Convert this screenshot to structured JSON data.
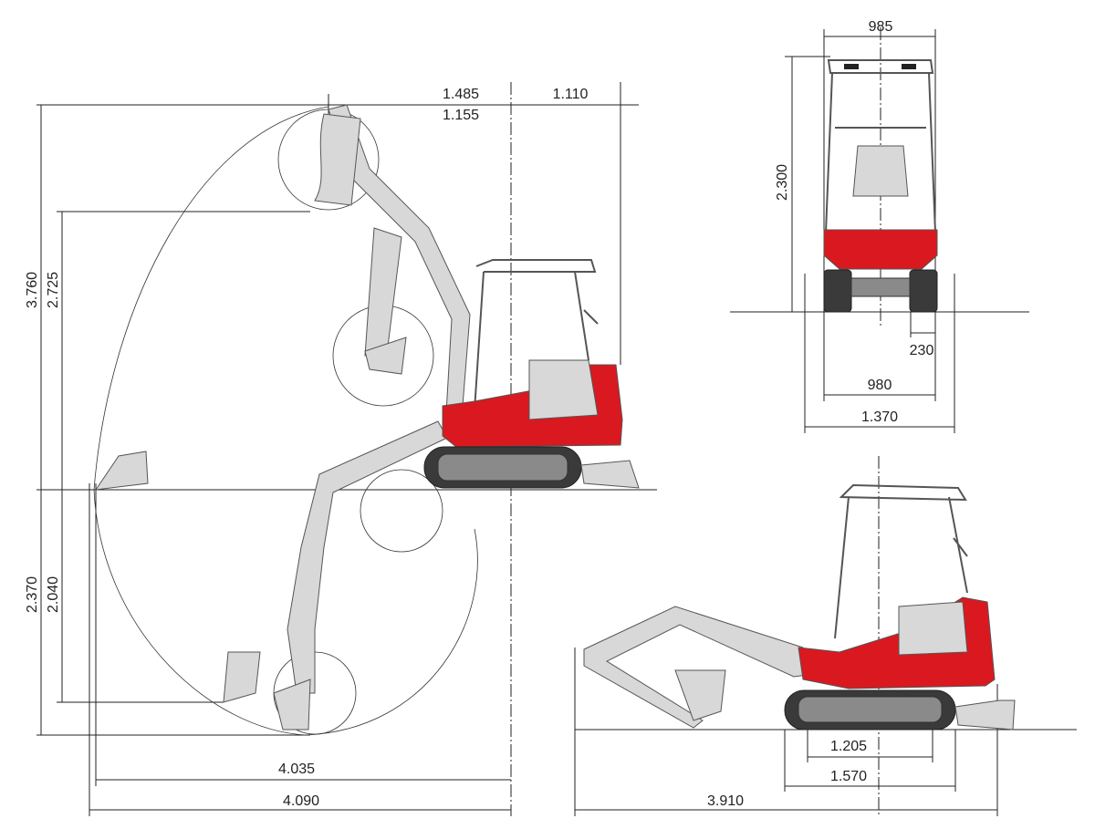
{
  "title": "Mini excavator dimension drawing",
  "side_view_working_range": {
    "top_reach_front": "1.485",
    "top_reach_front_alt": "1.155",
    "tail_swing": "1.110",
    "max_dump_height_total": "3.760",
    "max_dump_height": "2.725",
    "max_digging_depth": "2.370",
    "max_vertical_wall_depth": "2.040",
    "max_reach_ground": "4.035",
    "max_reach": "4.090"
  },
  "front_view": {
    "canopy_width": "985",
    "height": "2.300",
    "track_shoe_width": "230",
    "track_gauge": "980",
    "overall_width": "1.370"
  },
  "transport_view": {
    "tumbler_distance": "1.205",
    "track_length": "1.570",
    "transport_length": "3.910"
  },
  "colors": {
    "body": "#d9191f",
    "boom": "#d8d8d8",
    "track": "#3a3a3a"
  }
}
